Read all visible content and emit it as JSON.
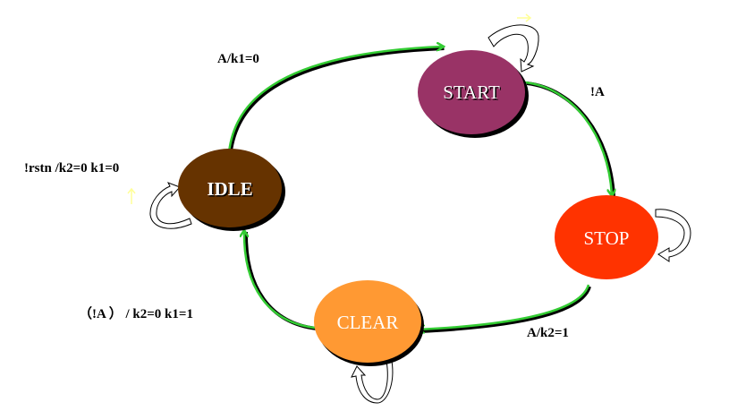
{
  "diagram": {
    "type": "state-machine",
    "states": [
      {
        "id": "idle",
        "label": "IDLE",
        "fill": "#663300",
        "text_color": "#ffffff",
        "bold": true
      },
      {
        "id": "start",
        "label": "START",
        "fill": "#993366",
        "text_color": "#ffffff",
        "bold": false
      },
      {
        "id": "stop",
        "label": "STOP",
        "fill": "#ff3300",
        "text_color": "#ffffff",
        "bold": false
      },
      {
        "id": "clear",
        "label": "CLEAR",
        "fill": "#ff9933",
        "text_color": "#ffffff",
        "bold": false
      }
    ],
    "transitions": [
      {
        "from": "idle",
        "to": "start",
        "label": "A/k1=0"
      },
      {
        "from": "start",
        "to": "stop",
        "label": "!A"
      },
      {
        "from": "stop",
        "to": "clear",
        "label": "A/k2=1"
      },
      {
        "from": "clear",
        "to": "idle",
        "label": "（!A ） / k2=0 k1=1"
      }
    ],
    "self_loops": [
      {
        "state": "idle",
        "label": "!rstn /k2=0 k1=0"
      },
      {
        "state": "start",
        "label": ""
      },
      {
        "state": "stop",
        "label": ""
      },
      {
        "state": "clear",
        "label": ""
      }
    ],
    "colors": {
      "edge_highlight": "#33cc33",
      "edge_shadow": "#000000",
      "faint_arrow": "#ffff99"
    }
  }
}
